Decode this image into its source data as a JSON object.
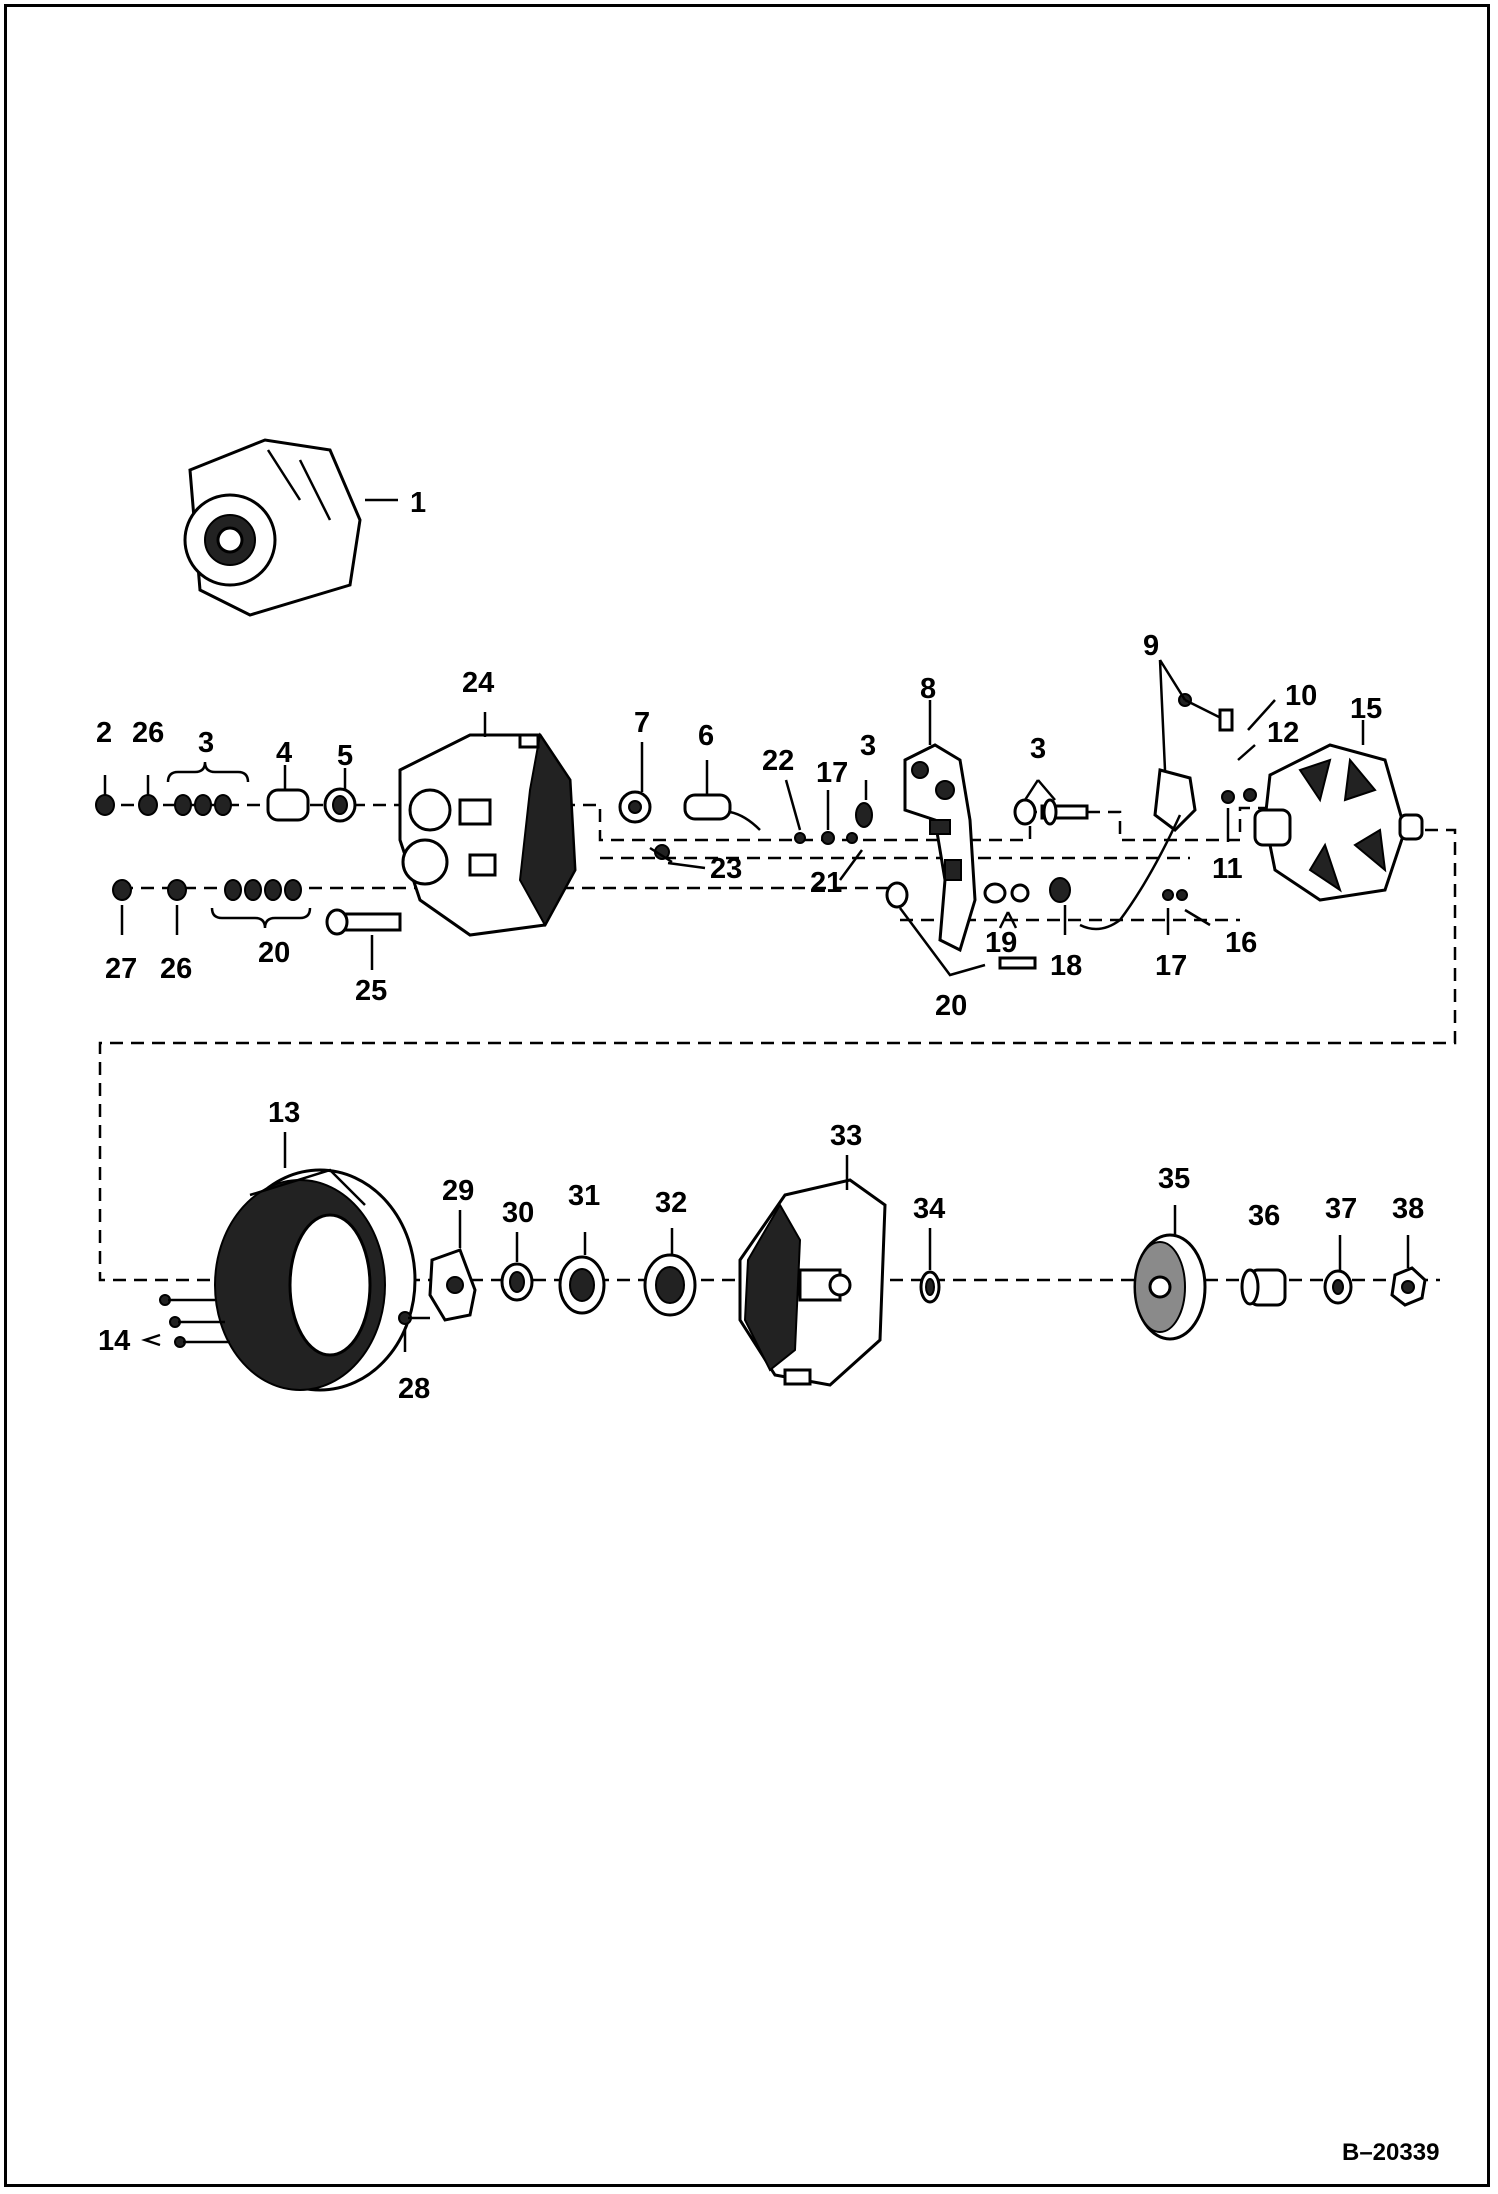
{
  "reference_code": "B–20339",
  "callouts": {
    "c1": "1",
    "c2": "2",
    "c3a": "3",
    "c3b": "3",
    "c3c": "3",
    "c4": "4",
    "c5": "5",
    "c6": "6",
    "c7": "7",
    "c8": "8",
    "c9": "9",
    "c10": "10",
    "c11": "11",
    "c12": "12",
    "c13": "13",
    "c14": "14",
    "c15": "15",
    "c16": "16",
    "c17a": "17",
    "c17b": "17",
    "c18": "18",
    "c19": "19",
    "c20a": "20",
    "c20b": "20",
    "c21": "21",
    "c22": "22",
    "c23": "23",
    "c24": "24",
    "c25": "25",
    "c26a": "26",
    "c26b": "26",
    "c27": "27",
    "c28": "28",
    "c29": "29",
    "c30": "30",
    "c31": "31",
    "c32": "32",
    "c33": "33",
    "c34": "34",
    "c35": "35",
    "c36": "36",
    "c37": "37",
    "c38": "38"
  }
}
